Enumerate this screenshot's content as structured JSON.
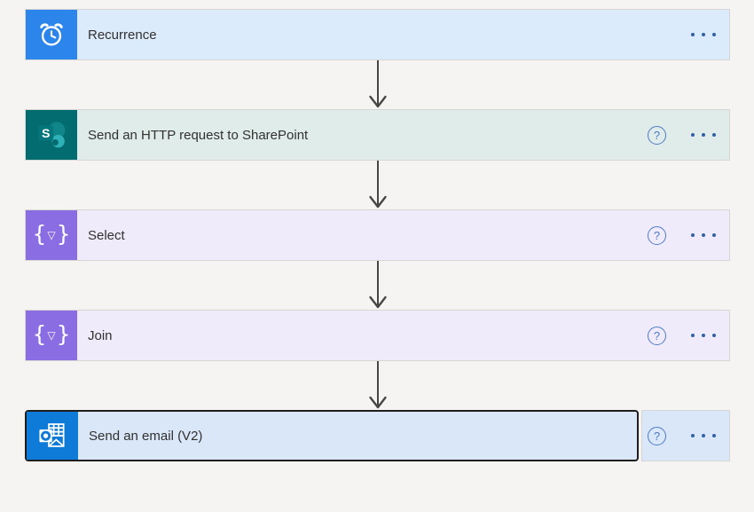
{
  "app": "flow-designer",
  "canvas": {
    "background": "#f5f4f2"
  },
  "connector": {
    "type": "arrow-down",
    "color": "#484644"
  },
  "help_label": "?",
  "selection_border": "#1f1e1d",
  "steps": [
    {
      "id": "recurrence",
      "title": "Recurrence",
      "icon": "alarm-clock-icon",
      "icon_bg": "#2b85eb",
      "card_bg": "#dcebfb",
      "has_help": false,
      "has_more": true,
      "selected": false
    },
    {
      "id": "send-http-request-to-sharepoint",
      "title": "Send an HTTP request to SharePoint",
      "icon": "sharepoint-icon",
      "icon_bg": "#036c70",
      "card_bg": "#e0ecea",
      "has_help": true,
      "has_more": true,
      "selected": false
    },
    {
      "id": "select",
      "title": "Select",
      "icon": "data-operation-icon",
      "icon_bg": "#8a6ce3",
      "card_bg": "#f0ebfb",
      "has_help": true,
      "has_more": true,
      "selected": false
    },
    {
      "id": "join",
      "title": "Join",
      "icon": "data-operation-icon",
      "icon_bg": "#8a6ce3",
      "card_bg": "#f0ebfb",
      "has_help": true,
      "has_more": true,
      "selected": false
    },
    {
      "id": "send-an-email-v2",
      "title": "Send an email (V2)",
      "icon": "outlook-icon",
      "icon_bg": "#0d7bd7",
      "card_bg": "#d9e7f9",
      "has_help": true,
      "has_more": true,
      "selected": true
    }
  ]
}
